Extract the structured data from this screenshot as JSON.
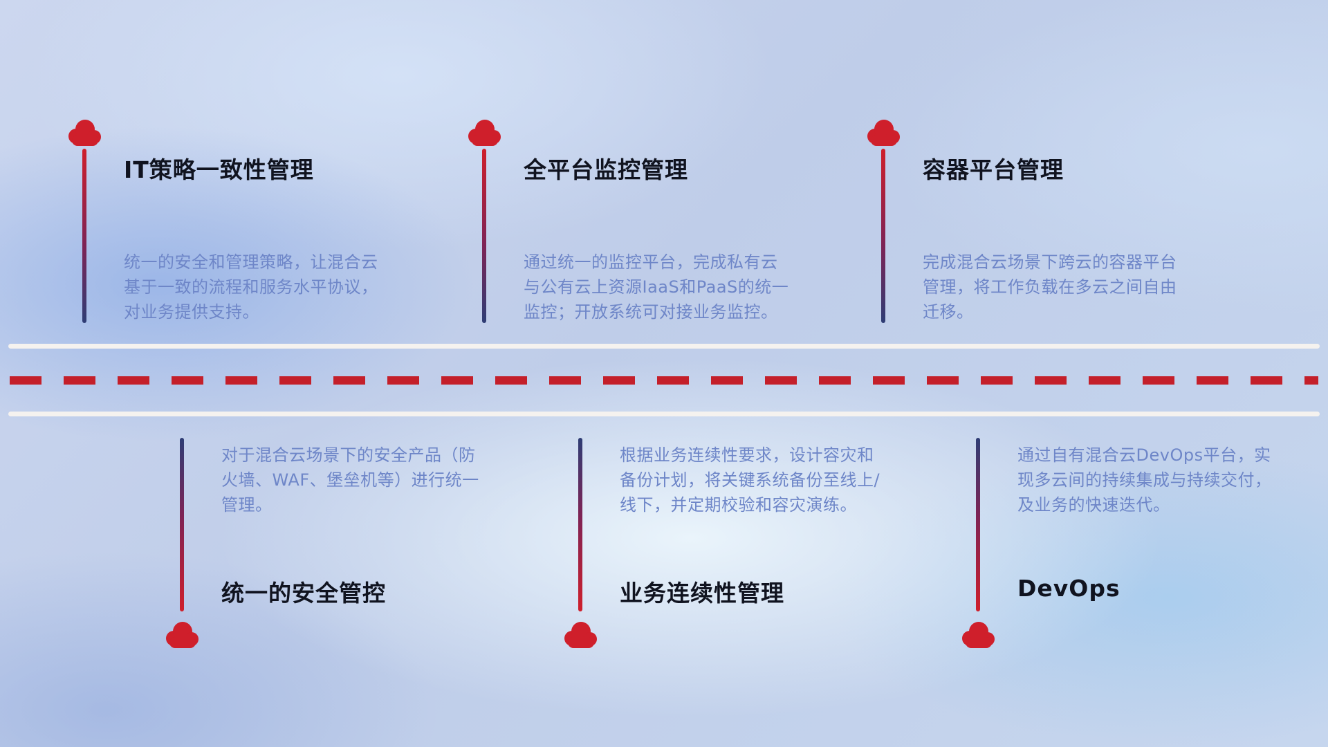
{
  "features_top": [
    {
      "title": "IT策略一致性管理",
      "description": "统一的安全和管理策略，让混合云基于一致的流程和服务水平协议，对业务提供支持。"
    },
    {
      "title": "全平台监控管理",
      "description": "通过统一的监控平台，完成私有云与公有云上资源IaaS和PaaS的统一监控；开放系统可对接业务监控。"
    },
    {
      "title": "容器平台管理",
      "description": "完成混合云场景下跨云的容器平台管理，将工作负载在多云之间自由迁移。"
    }
  ],
  "features_bottom": [
    {
      "title": "统一的安全管控",
      "description": "对于混合云场景下的安全产品（防火墙、WAF、堡垒机等）进行统一管理。"
    },
    {
      "title": "业务连续性管理",
      "description": "根据业务连续性要求，设计容灾和备份计划，将关键系统备份至线上/线下，并定期校验和容灾演练。"
    },
    {
      "title": "DevOps",
      "description": "通过自有混合云DevOps平台，实现多云间的持续集成与持续交付，及业务的快速迭代。"
    }
  ],
  "icons": {
    "cloud": "cloud-icon"
  },
  "colors": {
    "cloud_red": "#cf1f2b",
    "connector_red": "#cf1f2b",
    "connector_navy": "#2e3d75",
    "title_text": "#10131f",
    "description_text": "#6e86c8",
    "road_line_white": "#f5f2ef",
    "dash_red": "#c41f2a",
    "background_blue": "#c3d0ea"
  }
}
